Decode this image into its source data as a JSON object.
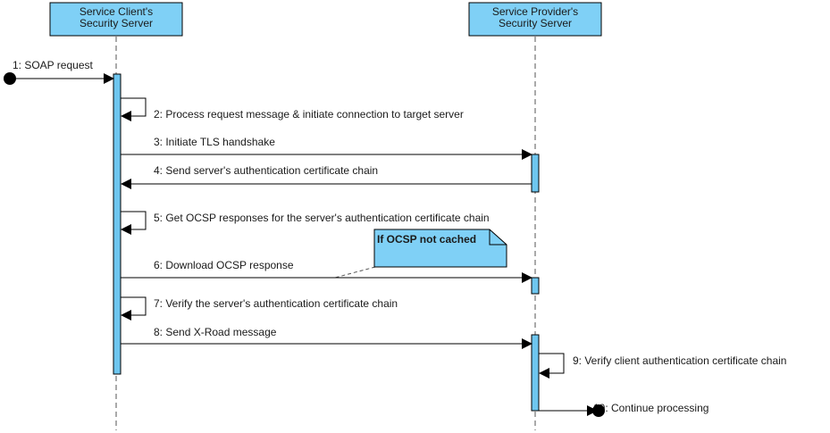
{
  "participants": [
    {
      "line1": "Service Client's",
      "line2": "Security Server"
    },
    {
      "line1": "Service Provider's",
      "line2": "Security Server"
    }
  ],
  "messages": [
    "1: SOAP request",
    "2: Process request message & initiate connection to target server",
    "3: Initiate TLS handshake",
    "4: Send server's authentication certificate chain",
    "5: Get OCSP responses for the server's authentication certificate chain",
    "6: Download OCSP response",
    "7: Verify the server's authentication certificate chain",
    "8: Send X-Road message",
    "9: Verify client authentication certificate chain",
    "10: Continue processing"
  ],
  "note": "If OCSP not cached",
  "colors": {
    "box_fill": "#7fd0f6",
    "activation_fill": "#6ec6ef",
    "stroke": "#000000",
    "lifeline": "#555555"
  }
}
